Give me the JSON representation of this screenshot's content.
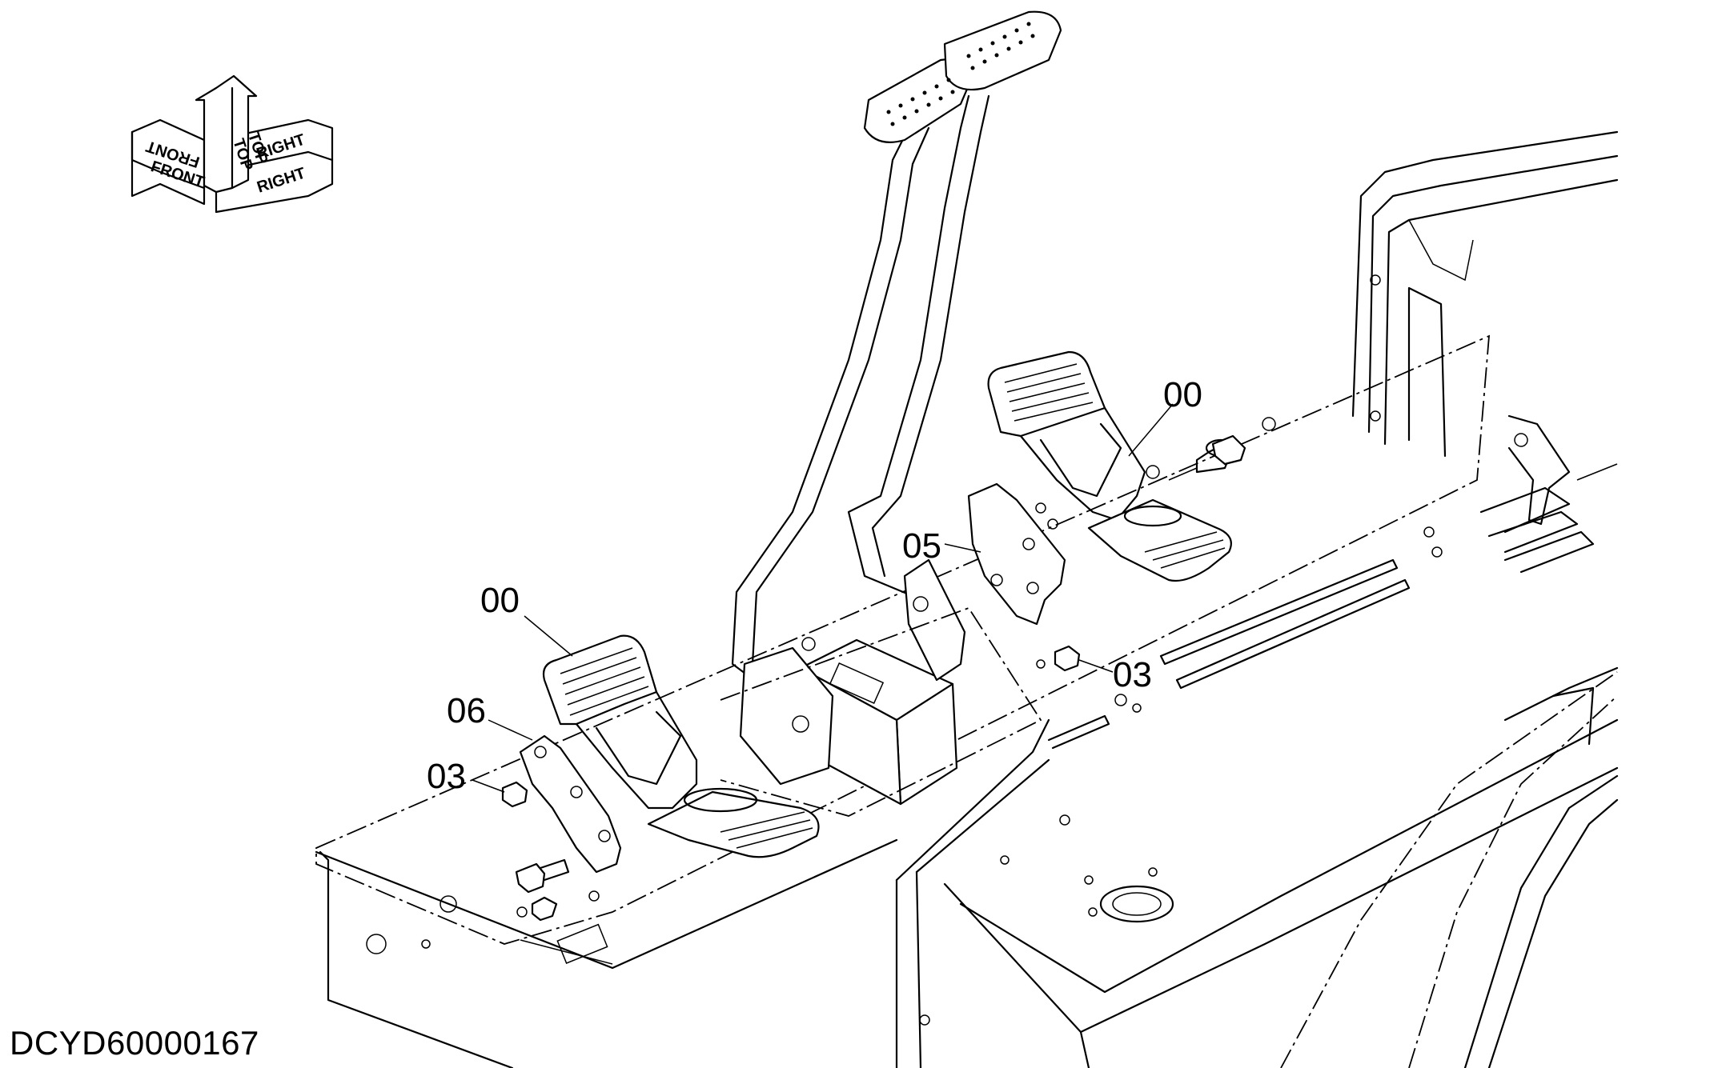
{
  "orientation": {
    "front": "FRONT",
    "top": "TOP",
    "right": "RIGHT"
  },
  "callouts": {
    "pedal_right": "00",
    "pedal_left": "00",
    "bracket_right": "05",
    "bracket_left": "06",
    "nut_right": "03",
    "nut_left": "03"
  },
  "drawing_id": "DCYD60000167"
}
